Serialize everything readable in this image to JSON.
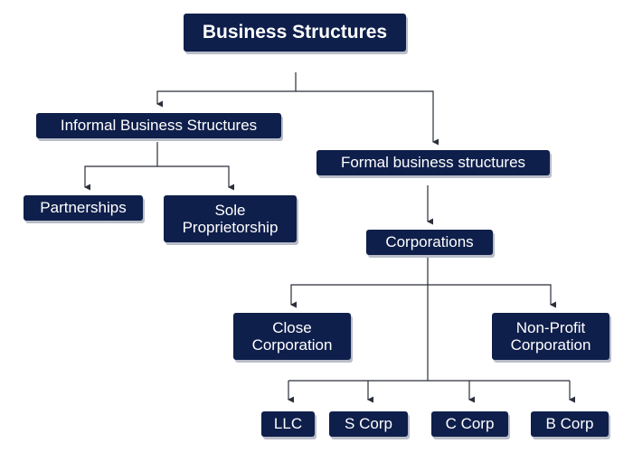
{
  "diagram": {
    "nodes": [
      {
        "id": "root",
        "label": "Business Structures"
      },
      {
        "id": "informal",
        "label": "Informal Business Structures"
      },
      {
        "id": "formal",
        "label": "Formal business structures"
      },
      {
        "id": "partnerships",
        "label": "Partnerships"
      },
      {
        "id": "sole",
        "label": "Sole\nProprietorship"
      },
      {
        "id": "corporations",
        "label": "Corporations"
      },
      {
        "id": "close",
        "label": "Close\nCorporation"
      },
      {
        "id": "nonprofit",
        "label": "Non-Profit\nCorporation"
      },
      {
        "id": "llc",
        "label": "LLC"
      },
      {
        "id": "scorp",
        "label": "S Corp"
      },
      {
        "id": "ccorp",
        "label": "C Corp"
      },
      {
        "id": "bcorp",
        "label": "B Corp"
      }
    ],
    "edges": [
      {
        "from": "root",
        "to": "informal"
      },
      {
        "from": "root",
        "to": "formal"
      },
      {
        "from": "informal",
        "to": "partnerships"
      },
      {
        "from": "informal",
        "to": "sole"
      },
      {
        "from": "formal",
        "to": "corporations"
      },
      {
        "from": "corporations",
        "to": "close"
      },
      {
        "from": "corporations",
        "to": "nonprofit"
      },
      {
        "from": "corporations",
        "to": "llc"
      },
      {
        "from": "corporations",
        "to": "scorp"
      },
      {
        "from": "corporations",
        "to": "ccorp"
      },
      {
        "from": "corporations",
        "to": "bcorp"
      }
    ],
    "colors": {
      "node_fill": "#0f1f4b",
      "node_text": "#ffffff",
      "connector": "#2b2f3a"
    }
  }
}
